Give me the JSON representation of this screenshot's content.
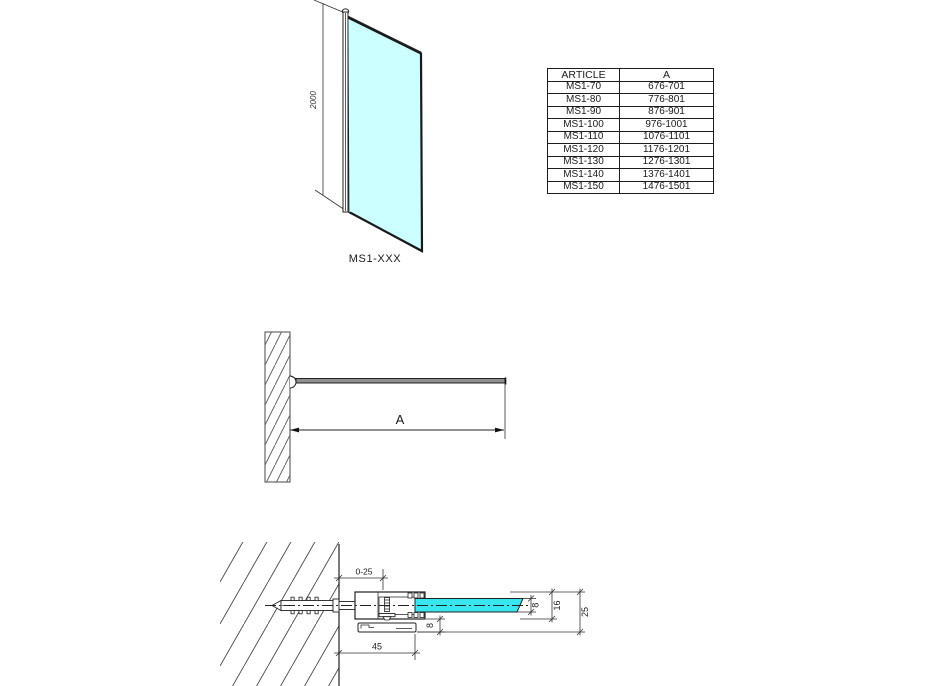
{
  "front_view": {
    "height_dim": "2000",
    "label": "MS1-XXX"
  },
  "table": {
    "headers": [
      "ARTICLE",
      "A"
    ],
    "rows": [
      [
        "MS1-70",
        "676-701"
      ],
      [
        "MS1-80",
        "776-801"
      ],
      [
        "MS1-90",
        "876-901"
      ],
      [
        "MS1-100",
        "976-1001"
      ],
      [
        "MS1-110",
        "1076-1101"
      ],
      [
        "MS1-120",
        "1176-1201"
      ],
      [
        "MS1-130",
        "1276-1301"
      ],
      [
        "MS1-140",
        "1376-1401"
      ],
      [
        "MS1-150",
        "1476-1501"
      ]
    ]
  },
  "top_view": {
    "width_dim": "A"
  },
  "section_view": {
    "wall_offset_dim": "0-25",
    "profile_width_dim": "45",
    "flange_height_dim": "8",
    "glass_thickness_dim": "8",
    "inner_height_dim": "16",
    "total_height_dim": "25"
  },
  "colors": {
    "glass_front": "#ccffff",
    "glass_section": "#38e6ef",
    "panel_gray": "#8f8f8f"
  }
}
